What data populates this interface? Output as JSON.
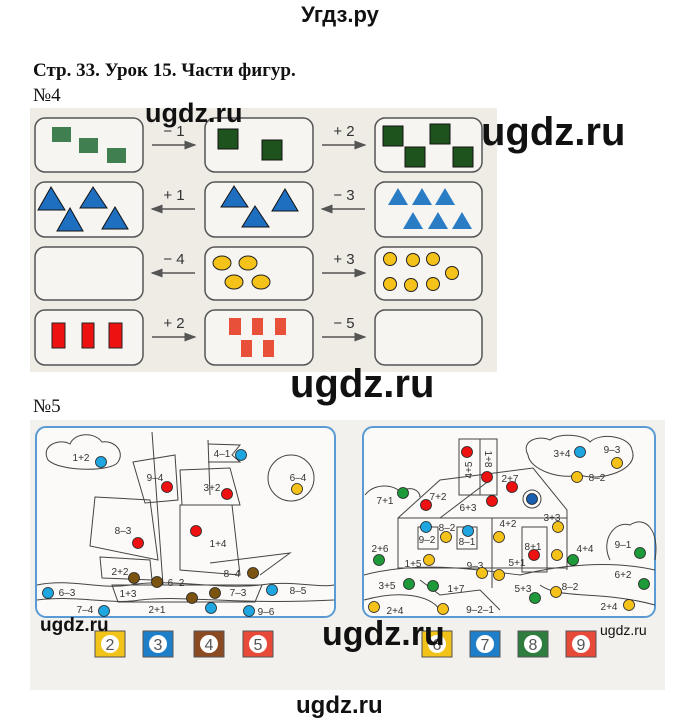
{
  "site_title": "Угдз.ру",
  "heading": "Стр. 33. Урок 15. Части фигур.",
  "task4": {
    "number": "№4",
    "operations": [
      "− 1",
      "+ 2",
      "+ 1",
      "− 3",
      "− 4",
      "+ 3",
      "+ 2",
      "− 5"
    ]
  },
  "task5": {
    "number": "№5",
    "ship": {
      "labels": [
        "1+2",
        "4–1",
        "6–4",
        "9–4",
        "3+2",
        "8–3",
        "1+4",
        "2+2",
        "6–2",
        "8–4",
        "6–3",
        "1+3",
        "7–3",
        "8–5",
        "7–4",
        "2+1",
        "9–6"
      ],
      "dots": [
        "blue",
        "blue",
        "yellow",
        "red",
        "red",
        "red",
        "red",
        "brown",
        "brown",
        "brown",
        "blue",
        "brown",
        "brown",
        "blue",
        "blue",
        "blue",
        "blue"
      ],
      "legend": [
        "2",
        "3",
        "4",
        "5"
      ]
    },
    "house": {
      "labels": [
        "4+5",
        "1+8",
        "2+7",
        "7+1",
        "7+2",
        "6+3",
        "3+4",
        "9–3",
        "8–2",
        "3+3",
        "4+2",
        "8–2",
        "9–2",
        "8–1",
        "8+1",
        "4+4",
        "9–1",
        "2+6",
        "1+5",
        "9–3",
        "5+1",
        "6+2",
        "3+5",
        "1+7",
        "5+3",
        "8–2",
        "2+4",
        "9–2–1",
        "2+4"
      ],
      "dots": [
        "red",
        "red",
        "red",
        "darkblue",
        "green",
        "red",
        "red",
        "blue",
        "yellow",
        "yellow",
        "yellow",
        "yellow",
        "blue",
        "yellow",
        "blue",
        "red",
        "yellow",
        "green",
        "green",
        "green",
        "yellow",
        "yellow",
        "yellow",
        "green",
        "green",
        "green",
        "green",
        "yellow",
        "yellow",
        "yellow",
        "yellow"
      ],
      "legend": [
        "6",
        "7",
        "8",
        "9"
      ]
    }
  },
  "watermarks": [
    "ugdz.ru",
    "ugdz.ru",
    "ugdz.ru",
    "ugdz.ru",
    "ugdz.ru",
    "ugdz.ru"
  ],
  "colors": {
    "yellow": "#f5c21a",
    "blue": "#1fa6e0",
    "darkblue": "#1a5fb0",
    "red": "#ee1111",
    "brown": "#7a5410",
    "green": "#1f9a3a",
    "legend_2": "#f2c318",
    "legend_3": "#1e7fc8",
    "legend_4": "#8a4a22",
    "legend_5": "#e84a3a",
    "legend_6": "#f2c318",
    "legend_7": "#1e7fc8",
    "legend_8": "#2e7d3e",
    "legend_9": "#e84a3a"
  }
}
